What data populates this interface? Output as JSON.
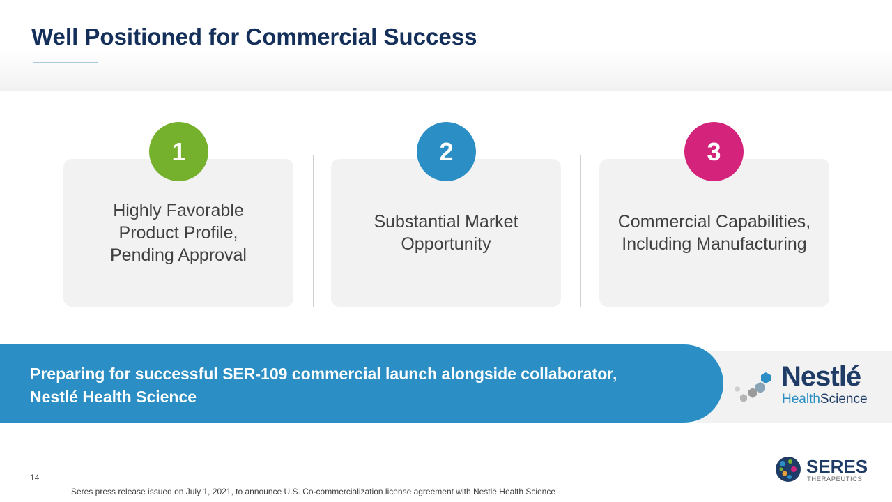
{
  "title": "Well Positioned for Commercial Success",
  "cards": [
    {
      "number": "1",
      "text": "Highly Favorable\n Product Profile,\nPending Approval",
      "color": "#76b12e"
    },
    {
      "number": "2",
      "text": "Substantial Market\nOpportunity",
      "color": "#2b8fc5"
    },
    {
      "number": "3",
      "text": "Commercial Capabilities,\nIncluding Manufacturing",
      "color": "#d4237a"
    }
  ],
  "banner": {
    "text": "Preparing for successful SER-109 commercial launch alongside collaborator,\nNestlé Health Science",
    "color": "#2b8fc5"
  },
  "partner_logo": {
    "name": "Nestlé",
    "sub_part1": "Health",
    "sub_part2": "Science"
  },
  "page_number": "14",
  "footnote": "Seres press release issued on July 1, 2021, to announce U.S. Co-commercialization license agreement with Nestlé Health Science",
  "company_logo": {
    "name": "SERES",
    "sub": "THERAPEUTICS"
  }
}
